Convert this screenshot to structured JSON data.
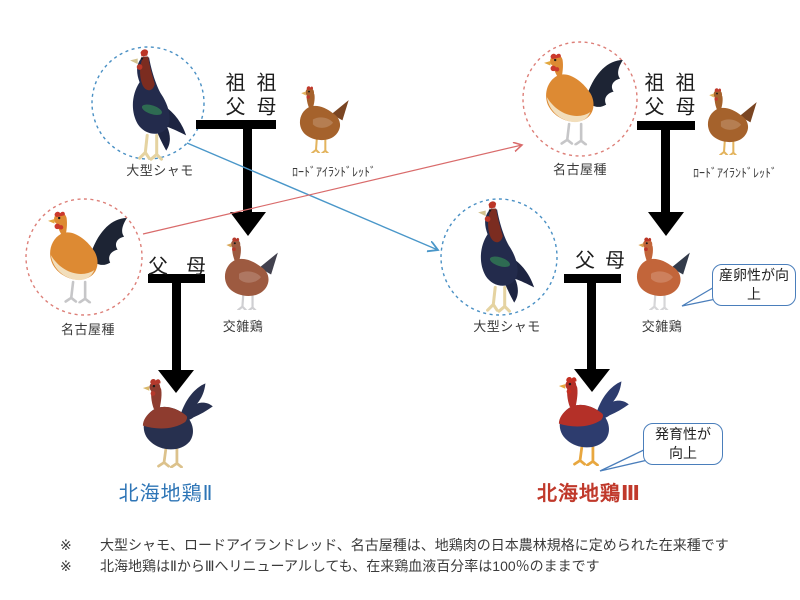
{
  "left_tree": {
    "grandfather_name": "大型シャモ",
    "grandmother_name": "ﾛｰﾄﾞｱｲﾗﾝﾄﾞﾚｯﾄﾞ",
    "grandparent_labels": [
      "祖父",
      "祖母"
    ],
    "father_name": "名古屋種",
    "mother_name": "交雑鶏",
    "parent_labels": [
      "父",
      "母"
    ],
    "offspring_name": "北海地鶏Ⅱ"
  },
  "right_tree": {
    "grandfather_name": "名古屋種",
    "grandmother_name": "ﾛｰﾄﾞｱｲﾗﾝﾄﾞﾚｯﾄﾞ",
    "grandparent_labels": [
      "祖父",
      "祖母"
    ],
    "father_name": "大型シャモ",
    "mother_name": "交雑鶏",
    "parent_labels": [
      "父",
      "母"
    ],
    "offspring_name": "北海地鶏Ⅲ"
  },
  "callouts": {
    "egg_laying": "産卵性が向上",
    "growth": "発育性が向上"
  },
  "notes": [
    {
      "marker": "※",
      "text": "大型シャモ、ロードアイランドレッド、名古屋種は、地鶏肉の日本農林規格に定められた在来種です"
    },
    {
      "marker": "※",
      "text": "北海地鶏はⅡからⅢへリニューアルしても、在来鶏血液百分率は100％のままです"
    }
  ],
  "colors": {
    "offspring2_title": "#2e75b6",
    "offspring3_title": "#c0392b",
    "blue_dashed_circle": "#4a90c4",
    "red_dashed_circle": "#dd7f78",
    "blue_cross_arrow": "#4a97c9",
    "red_cross_arrow": "#d96b6b",
    "callout_border": "#4a7ebb",
    "pedigree_arrow": "#000000"
  }
}
